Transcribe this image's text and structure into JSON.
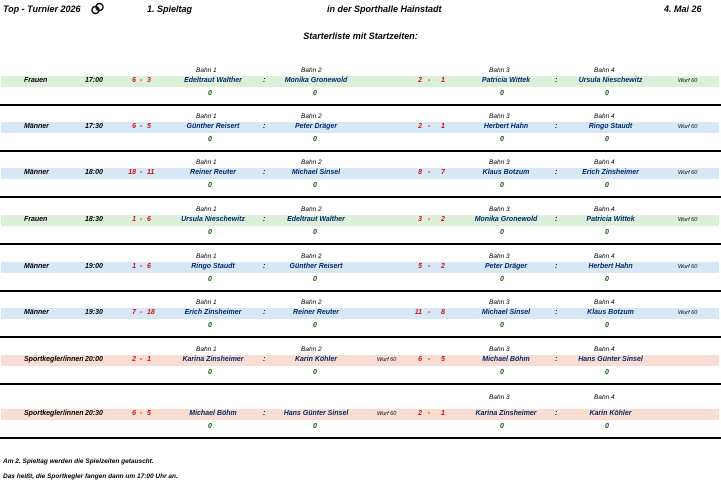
{
  "header": {
    "tournament": "Top - Turnier  2026",
    "matchday": "1. Spieltag",
    "venue": "in der Sporthalle Hainstadt",
    "date": "4. Mai 26"
  },
  "subtitle": "Starterliste  mit  Startzeiten:",
  "lane_labels": [
    "Bahn   1",
    "Bahn   2",
    "Bahn   3",
    "Bahn   4"
  ],
  "colon": ":",
  "dash": "-",
  "wurf": "Wurf  60",
  "matches": [
    {
      "category": "Frauen",
      "time": "17:00",
      "s1a": "6",
      "s1b": "3",
      "p1": "Edeltraut Walther",
      "p2": "Monika Gronewold",
      "s2a": "2",
      "s2b": "1",
      "p3": "Patricia Wittek",
      "p4": "Ursula Nieschewitz",
      "wurf_pos": "right",
      "score_left": "0",
      "score_right": "0",
      "bg": "g"
    },
    {
      "category": "Männer",
      "time": "17:30",
      "s1a": "6",
      "s1b": "5",
      "p1": "Günther Reisert",
      "p2": "Peter Dräger",
      "s2a": "2",
      "s2b": "1",
      "p3": "Herbert Hahn",
      "p4": "Ringo Staudt",
      "wurf_pos": "right",
      "score_left": "0",
      "score_right": "0",
      "bg": "b"
    },
    {
      "category": "Männer",
      "time": "18:00",
      "s1a": "18",
      "s1b": "11",
      "p1": "Reiner Reuter",
      "p2": "Michael Sinsel",
      "s2a": "8",
      "s2b": "7",
      "p3": "Klaus  Botzum",
      "p4": "Erich Zinsheimer",
      "wurf_pos": "right",
      "score_left": "0",
      "score_right": "0",
      "bg": "b"
    },
    {
      "category": "Frauen",
      "time": "18:30",
      "s1a": "1",
      "s1b": "6",
      "p1": "Ursula Nieschewitz",
      "p2": "Edeltraut Walther",
      "s2a": "3",
      "s2b": "2",
      "p3": "Monika Gronewold",
      "p4": "Patricia Wittek",
      "wurf_pos": "right",
      "score_left": "0",
      "score_right": "0",
      "bg": "g"
    },
    {
      "category": "Männer",
      "time": "19:00",
      "s1a": "1",
      "s1b": "6",
      "p1": "Ringo Staudt",
      "p2": "Günther Reisert",
      "s2a": "5",
      "s2b": "2",
      "p3": "Peter Dräger",
      "p4": "Herbert Hahn",
      "wurf_pos": "right",
      "score_left": "0",
      "score_right": "0",
      "bg": "b"
    },
    {
      "category": "Männer",
      "time": "19:30",
      "s1a": "7",
      "s1b": "18",
      "p1": "Erich Zinsheimer",
      "p2": "Reiner Reuter",
      "s2a": "11",
      "s2b": "8",
      "p3": "Michael Sinsel",
      "p4": "Klaus  Botzum",
      "wurf_pos": "right",
      "score_left": "0",
      "score_right": "0",
      "bg": "b"
    },
    {
      "category": "Sportkegler/innen",
      "time": "20:00",
      "s1a": "2",
      "s1b": "1",
      "p1": "Karina Zinsheimer",
      "p2": "Karin Köhler",
      "s2a": "6",
      "s2b": "5",
      "p3": "Michael Böhm",
      "p4": "Hans Günter Sinsel",
      "wurf_pos": "mid",
      "score_left": "0",
      "score_right": "0",
      "bg": "o"
    },
    {
      "category": "Sportkegler/innen",
      "time": "20:30",
      "s1a": "6",
      "s1b": "5",
      "p1": "Michael Böhm",
      "p2": "Hans Günter Sinsel",
      "s2a": "2",
      "s2b": "1",
      "p3": "Karina Zinsheimer",
      "p4": "Karin Köhler",
      "wurf_pos": "mid",
      "score_left": "0",
      "score_right": "0",
      "bg": "o"
    }
  ],
  "footer": {
    "line1": "Am 2. Spieltag werden die Spielzeiten getauscht.",
    "line2": "Das heißt, die Sportkegler fangen dann um 17:00 Uhr an."
  }
}
